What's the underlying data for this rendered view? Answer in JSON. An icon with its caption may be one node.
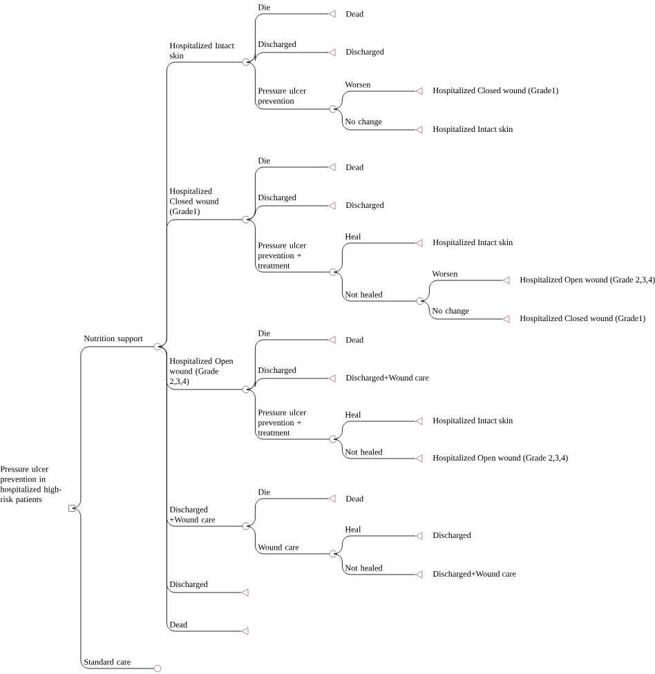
{
  "diagram": {
    "nodes": [
      {
        "text": [],
        "shape": "box",
        "beside": [
          "Pressure ulcer prevention in hospitalized high-risk patients"
        ]
      },
      {
        "text": [],
        "shape": "circle"
      },
      {
        "text": [],
        "shape": "circle"
      },
      {
        "text": [],
        "shape": "circle"
      },
      {
        "text": [],
        "shape": "circle"
      },
      {
        "text": [],
        "shape": "circle"
      },
      {
        "text": [],
        "shape": "circle"
      },
      {
        "text": [],
        "shape": "triangle"
      },
      {
        "text": [],
        "shape": "triangle"
      },
      {
        "text": [],
        "shape": "triangle",
        "beside": [
          "Dead"
        ]
      },
      {
        "text": [],
        "shape": "triangle",
        "beside": [
          "Discharged"
        ]
      },
      {
        "text": [],
        "shape": "circle"
      },
      {
        "text": [],
        "shape": "triangle",
        "beside": [
          "Hospitalized Closed wound (Grade1)"
        ]
      },
      {
        "text": [],
        "shape": "triangle",
        "beside": [
          "Hospitalized Intact skin"
        ]
      },
      {
        "text": [],
        "shape": "triangle",
        "beside": [
          "Dead"
        ]
      },
      {
        "text": [],
        "shape": "triangle",
        "beside": [
          "Discharged"
        ]
      },
      {
        "text": [],
        "shape": "circle"
      },
      {
        "text": [],
        "shape": "triangle",
        "beside": [
          "Hospitalized Intact skin"
        ]
      },
      {
        "text": [],
        "shape": "circle"
      },
      {
        "text": [],
        "shape": "triangle",
        "beside": [
          "Hospitalized Open wound (Grade 2,3,4)"
        ]
      },
      {
        "text": [],
        "shape": "triangle",
        "beside": [
          "Hospitalized Closed wound (Grade1)"
        ]
      },
      {
        "text": [],
        "shape": "triangle",
        "beside": [
          "Dead"
        ]
      },
      {
        "text": [],
        "shape": "triangle",
        "beside": [
          "Discharged+Wound care"
        ]
      },
      {
        "text": [],
        "shape": "circle"
      },
      {
        "text": [],
        "shape": "triangle",
        "beside": [
          "Hospitalized Intact skin"
        ]
      },
      {
        "text": [],
        "shape": "triangle",
        "beside": [
          "Hospitalized Open wound (Grade 2,3,4)"
        ]
      },
      {
        "text": [],
        "shape": "triangle",
        "beside": [
          "Dead"
        ]
      },
      {
        "text": [],
        "shape": "circle"
      },
      {
        "text": [],
        "shape": "triangle",
        "beside": [
          "Discharged"
        ]
      },
      {
        "text": [],
        "shape": "triangle",
        "beside": [
          "Discharged+Wound care"
        ]
      }
    ],
    "edges": [
      {
        "from": 0,
        "to": 1,
        "arrow": "none",
        "label": "Nutrition support"
      },
      {
        "from": 0,
        "to": 2,
        "arrow": "none",
        "label": "Standard care"
      },
      {
        "from": 1,
        "to": 3,
        "arrow": "none",
        "label": "Hospitalized Intact skin"
      },
      {
        "from": 1,
        "to": 4,
        "arrow": "none",
        "label": "Hospitalized Closed wound (Grade1)"
      },
      {
        "from": 1,
        "to": 5,
        "arrow": "none",
        "label": "Hospitalized Open wound (Grade 2,3,4)"
      },
      {
        "from": 1,
        "to": 6,
        "arrow": "none",
        "label": "Discharged +Wound care"
      },
      {
        "from": 1,
        "to": 7,
        "arrow": "none",
        "label": "Discharged"
      },
      {
        "from": 1,
        "to": 8,
        "arrow": "none",
        "label": "Dead"
      },
      {
        "from": 3,
        "to": 9,
        "arrow": "none",
        "label": "Die"
      },
      {
        "from": 3,
        "to": 10,
        "arrow": "none",
        "label": "Discharged"
      },
      {
        "from": 3,
        "to": 11,
        "arrow": "none",
        "label": "Pressure ulcer prevention"
      },
      {
        "from": 11,
        "to": 12,
        "arrow": "none",
        "label": "Worsen"
      },
      {
        "from": 11,
        "to": 13,
        "arrow": "none",
        "label": "No change"
      },
      {
        "from": 4,
        "to": 14,
        "arrow": "none",
        "label": "Die"
      },
      {
        "from": 4,
        "to": 15,
        "arrow": "none",
        "label": "Discharged"
      },
      {
        "from": 4,
        "to": 16,
        "arrow": "none",
        "label": "Pressure ulcer prevention + treatment"
      },
      {
        "from": 16,
        "to": 17,
        "arrow": "none",
        "label": "Heal"
      },
      {
        "from": 16,
        "to": 18,
        "arrow": "none",
        "label": "Not healed"
      },
      {
        "from": 18,
        "to": 19,
        "arrow": "none",
        "label": "Worsen"
      },
      {
        "from": 18,
        "to": 20,
        "arrow": "none",
        "label": "No change"
      },
      {
        "from": 5,
        "to": 21,
        "arrow": "none",
        "label": "Die"
      },
      {
        "from": 5,
        "to": 22,
        "arrow": "none",
        "label": "Discharged"
      },
      {
        "from": 5,
        "to": 23,
        "arrow": "none",
        "label": "Pressure ulcer prevention + treatment"
      },
      {
        "from": 23,
        "to": 24,
        "arrow": "none",
        "label": "Heal"
      },
      {
        "from": 23,
        "to": 25,
        "arrow": "none",
        "label": "Not healed"
      },
      {
        "from": 6,
        "to": 26,
        "arrow": "none",
        "label": "Die"
      },
      {
        "from": 6,
        "to": 27,
        "arrow": "none",
        "label": "Wound care"
      },
      {
        "from": 27,
        "to": 28,
        "arrow": "none",
        "label": "Heal"
      },
      {
        "from": 27,
        "to": 29,
        "arrow": "none",
        "label": "Not healed"
      }
    ]
  }
}
